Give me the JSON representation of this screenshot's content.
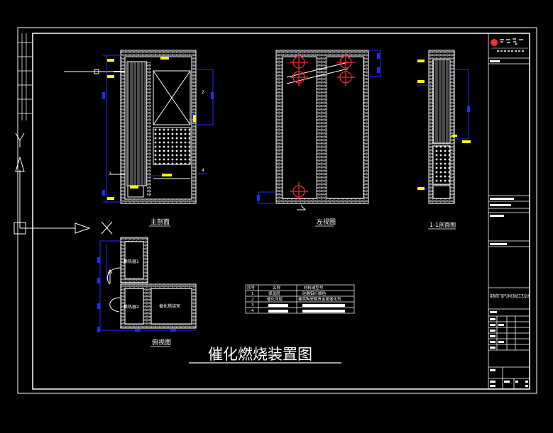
{
  "drawing": {
    "title": "催化燃烧装置图",
    "colors": {
      "background": "#000000",
      "line": "#ffffff",
      "dimension": "#1f2cff",
      "tag": "#ffff00",
      "pipe": "#ff2a2a"
    }
  },
  "views": {
    "main": "主剖面",
    "left": "左视图",
    "section": "1-1剖面图",
    "plan": "俯视图"
  },
  "plan_labels": {
    "exchanger_top": "换热器1",
    "exchanger_bottom": "换热器2",
    "catalytic_chamber": "催化燃烧室"
  },
  "table": {
    "headers": [
      "序号",
      "名称",
      "材料或型号"
    ],
    "rows": [
      [
        "1",
        "保温层",
        "硅酸铝纤维毡"
      ],
      [
        "2",
        "催化床层",
        "蜂窝陶瓷载贵金属催化剂"
      ],
      [
        "3",
        "",
        ""
      ],
      [
        "4",
        "",
        ""
      ]
    ]
  },
  "title_block": {
    "project_desc": "某制药厂废气净化系统工艺设计"
  }
}
